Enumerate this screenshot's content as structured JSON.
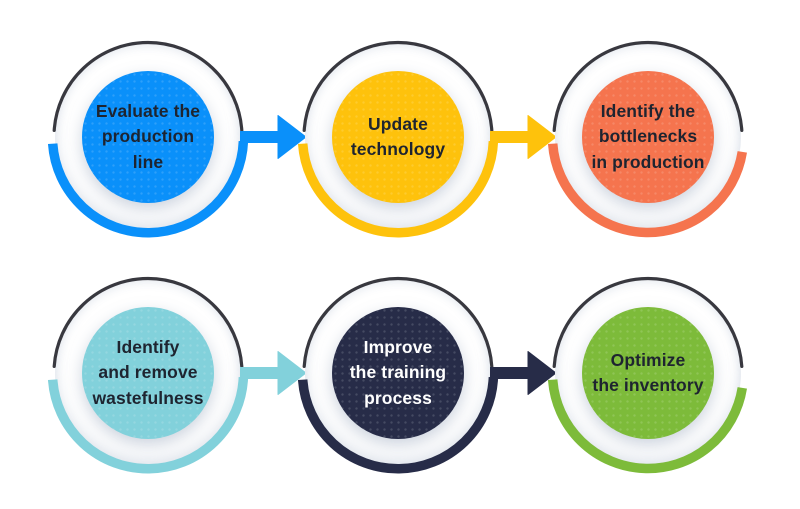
{
  "diagram": {
    "background_color": "#ffffff",
    "ring_color": "#38383f",
    "type": "process-flow",
    "rows": 2,
    "steps_per_row": 3
  },
  "steps": [
    {
      "label": "Evaluate the\nproduction\nline",
      "color": "#0a90fa",
      "text_color": "#1e2430"
    },
    {
      "label": "Update\ntechnology",
      "color": "#fec20c",
      "text_color": "#1e2430"
    },
    {
      "label": "Identify the\nbottlenecks\nin production",
      "color": "#f5744e",
      "text_color": "#1e2430"
    },
    {
      "label": "Identify\nand remove\nwastefulness",
      "color": "#82d1db",
      "text_color": "#1e2430"
    },
    {
      "label": "Improve\nthe training\nprocess",
      "color": "#272c48",
      "text_color": "#ffffff"
    },
    {
      "label": "Optimize\nthe inventory",
      "color": "#7dbb3a",
      "text_color": "#1e2430"
    }
  ],
  "arrows": [
    {
      "from_step": 1,
      "to_step": 2,
      "color": "#0a90fa"
    },
    {
      "from_step": 2,
      "to_step": 3,
      "color": "#fec20c"
    },
    {
      "from_step": 4,
      "to_step": 5,
      "color": "#82d1db"
    },
    {
      "from_step": 5,
      "to_step": 6,
      "color": "#272c48"
    }
  ]
}
